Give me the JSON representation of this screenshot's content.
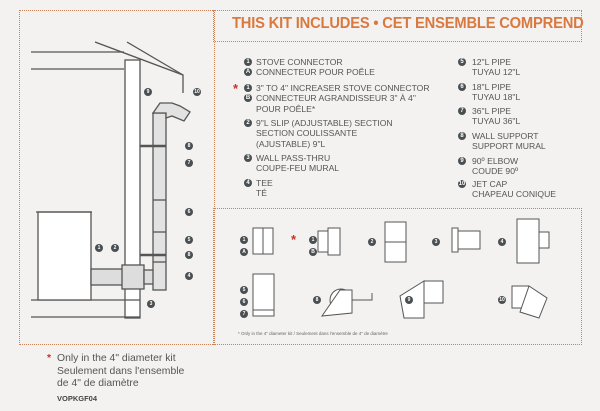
{
  "title": "THIS KIT INCLUDES • CET ENSEMBLE COMPREND",
  "items_left": [
    {
      "num": "1",
      "lines": [
        "STOVE CONNECTOR"
      ],
      "sub": "A",
      "sub_lines": [
        "CONNECTEUR POUR POÊLE"
      ]
    },
    {
      "num": "1",
      "star": "*",
      "lines": [
        "3\" TO 4\" INCREASER STOVE CONNECTOR"
      ],
      "sub": "B",
      "sub_lines": [
        "CONNECTEUR AGRANDISSEUR 3\" À 4\"",
        "POUR POÊLE*"
      ]
    },
    {
      "num": "2",
      "lines": [
        "9\"L SLIP (ADJUSTABLE) SECTION",
        "SECTION COULISSANTE",
        "(AJUSTABLE) 9\"L"
      ]
    },
    {
      "num": "3",
      "lines": [
        "WALL PASS-THRU",
        "COUPE-FEU MURAL"
      ]
    },
    {
      "num": "4",
      "lines": [
        "TEE",
        "TÉ"
      ]
    }
  ],
  "items_right": [
    {
      "num": "5",
      "lines": [
        "12\"L PIPE",
        "TUYAU 12\"L"
      ]
    },
    {
      "num": "6",
      "lines": [
        "18\"L PIPE",
        "TUYAU 18\"L"
      ]
    },
    {
      "num": "7",
      "lines": [
        "36\"L PIPE",
        "TUYAU 36\"L"
      ]
    },
    {
      "num": "8",
      "lines": [
        "WALL SUPPORT",
        "SUPPORT MURAL"
      ]
    },
    {
      "num": "9",
      "lines": [
        "90º ELBOW",
        "COUDE 90º"
      ]
    },
    {
      "num": "10",
      "lines": [
        "JET CAP",
        "CHAPEAU CONIQUE"
      ]
    }
  ],
  "diagram_labels": [
    "1",
    "2",
    "3",
    "4",
    "5",
    "6",
    "7",
    "8",
    "8",
    "9",
    "10"
  ],
  "parts_labels": [
    "1",
    "A",
    "*",
    "1",
    "B",
    "2",
    "3",
    "4",
    "5",
    "6",
    "7",
    "8",
    "9",
    "10"
  ],
  "footnote": "* Only in the 4\" diameter kit  /  Seulement dans l'ensemble de 4\" de diamètre",
  "note": {
    "star": "*",
    "lines": [
      "Only in the 4\" diameter kit",
      "Seulement dans l'ensemble",
      "de 4\" de diamètre"
    ]
  },
  "code": "VOPKGF04",
  "colors": {
    "accent": "#d9793f",
    "marker": "#4a4f52",
    "star": "#c9322a"
  }
}
